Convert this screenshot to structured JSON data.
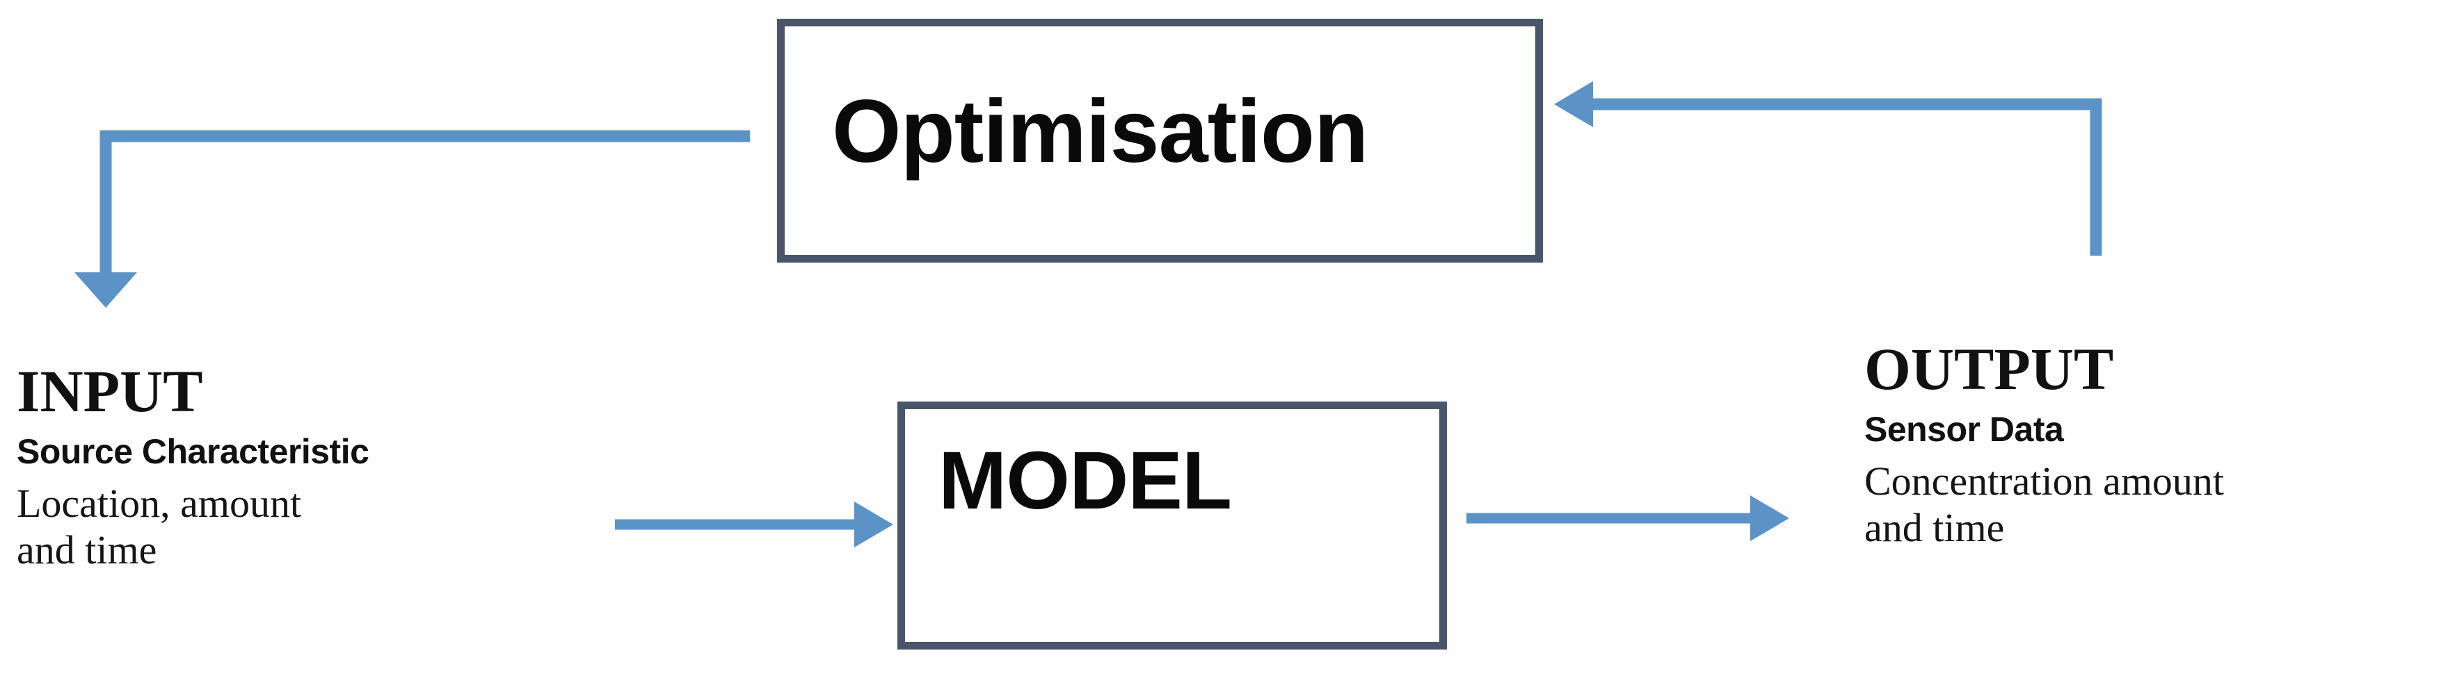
{
  "diagram": {
    "title": "Optimisation / Model / Sensor-Data Feedback Loop",
    "accent_arrow_color": "#5b93c7",
    "box_border_color": "#49556a",
    "box_fill_color": "#ffffff",
    "text_color": "#111111",
    "background_color": "#fefefe"
  },
  "boxes": {
    "optimisation": {
      "label": "Optimisation"
    },
    "model": {
      "label": "MODEL"
    }
  },
  "io": {
    "input": {
      "heading": "INPUT",
      "subheading": "Source Characteristic",
      "detail": "Location, amount\nand time"
    },
    "output": {
      "heading": "OUTPUT",
      "subheading": "Sensor Data",
      "detail": "Concentration amount\nand time"
    }
  },
  "connectors": [
    {
      "name": "optimisation-to-input",
      "from": "optimisation",
      "to": "input",
      "direction": "down",
      "style": "elbow"
    },
    {
      "name": "input-to-model",
      "from": "input",
      "to": "model",
      "direction": "right",
      "style": "straight"
    },
    {
      "name": "model-to-output",
      "from": "model",
      "to": "output",
      "direction": "right",
      "style": "straight"
    },
    {
      "name": "output-to-optimisation",
      "from": "output",
      "to": "optimisation",
      "direction": "left",
      "style": "elbow"
    }
  ]
}
